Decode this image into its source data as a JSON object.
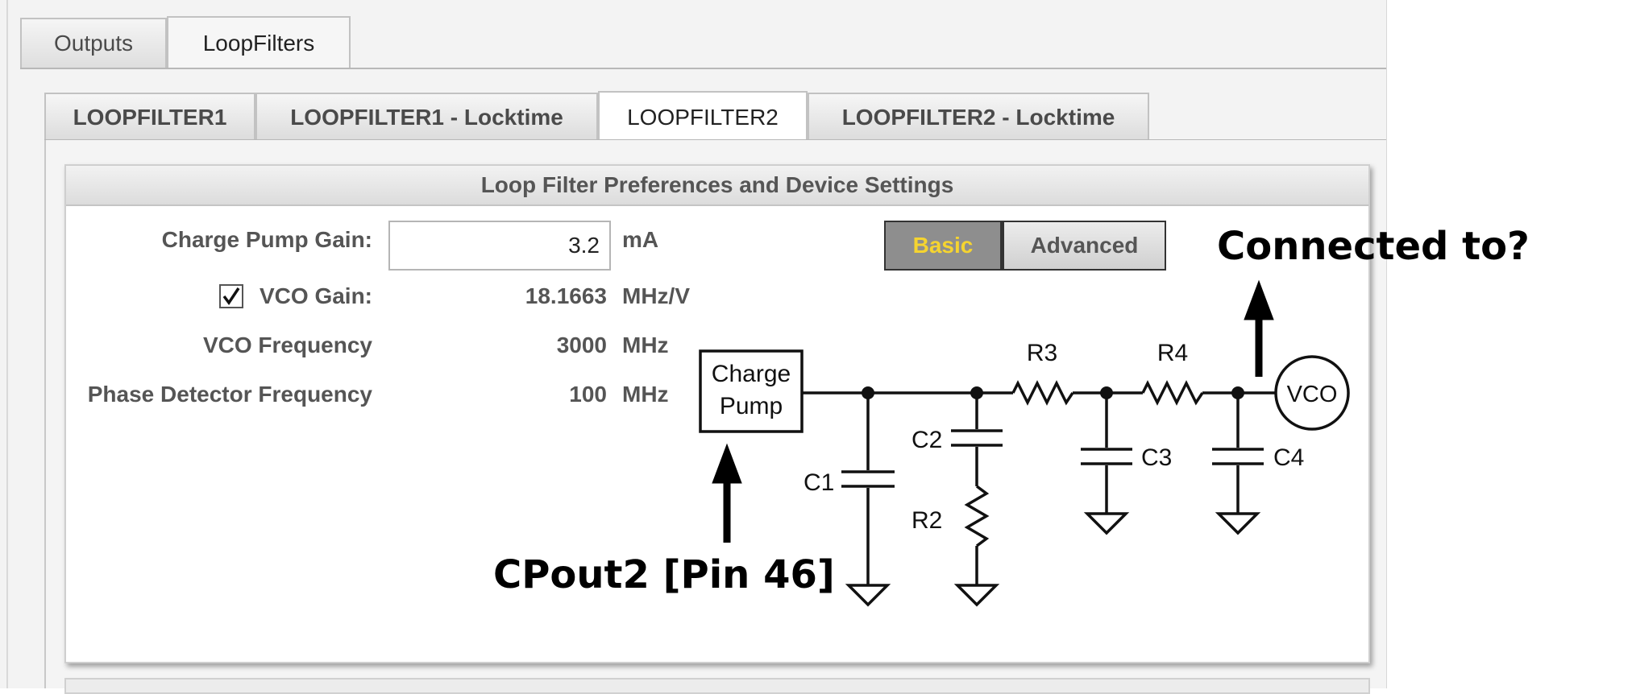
{
  "tabs": {
    "outputs": "Outputs",
    "loopfilters": "LoopFilters"
  },
  "subtabs": {
    "lf1": "LOOPFILTER1",
    "lf1_locktime": "LOOPFILTER1 - Locktime",
    "lf2": "LOOPFILTER2",
    "lf2_locktime": "LOOPFILTER2 - Locktime"
  },
  "group": {
    "title": "Loop Filter Preferences and Device Settings"
  },
  "settings": {
    "charge_pump_gain_label": "Charge Pump Gain:",
    "charge_pump_gain_value": "3.2",
    "charge_pump_gain_unit": "mA",
    "vco_gain_checked": true,
    "vco_gain_label": "VCO Gain:",
    "vco_gain_value": "18.1663",
    "vco_gain_unit": "MHz/V",
    "vco_freq_label": "VCO Frequency",
    "vco_freq_value": "3000",
    "vco_freq_unit": "MHz",
    "pd_freq_label": "Phase Detector Frequency",
    "pd_freq_value": "100",
    "pd_freq_unit": "MHz"
  },
  "mode_toggle": {
    "basic": "Basic",
    "advanced": "Advanced",
    "selected": "Basic"
  },
  "schematic": {
    "charge_pump_line1": "Charge",
    "charge_pump_line2": "Pump",
    "vco": "VCO",
    "c1": "C1",
    "c2": "C2",
    "c3": "C3",
    "c4": "C4",
    "r2": "R2",
    "r3": "R3",
    "r4": "R4"
  },
  "annotations": {
    "cpout": "CPout2 [Pin 46]",
    "connected": "Connected to?"
  },
  "colors": {
    "basic_text": "#f5d430",
    "basic_bg": "#8e8e8e"
  }
}
